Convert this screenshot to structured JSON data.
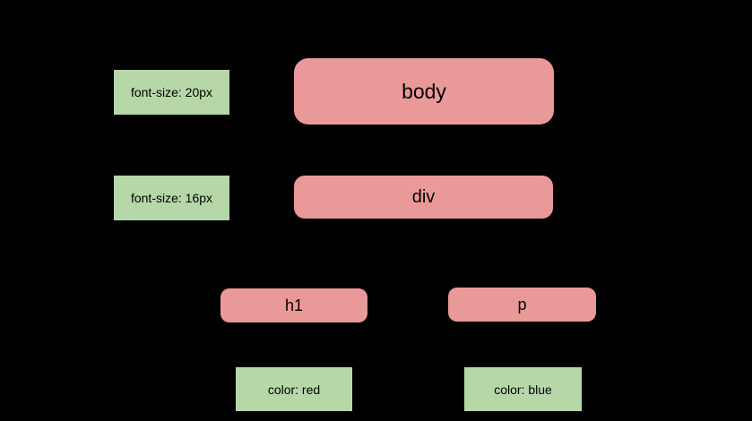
{
  "diagram": {
    "description": "CSS inheritance DOM tree",
    "colors": {
      "background": "#000000",
      "element_node_fill": "#ea9999",
      "style_node_fill": "#b6d7a8",
      "text": "#000000"
    },
    "nodes": {
      "body": {
        "label": "body"
      },
      "div": {
        "label": "div"
      },
      "h1": {
        "label": "h1"
      },
      "p": {
        "label": "p"
      }
    },
    "annotations": {
      "body_font_size": {
        "label": "font-size: 20px",
        "attached_to": "body"
      },
      "div_font_size": {
        "label": "font-size: 16px",
        "attached_to": "div"
      },
      "h1_color": {
        "label": "color: red",
        "attached_to": "h1"
      },
      "p_color": {
        "label": "color: blue",
        "attached_to": "p"
      }
    }
  }
}
